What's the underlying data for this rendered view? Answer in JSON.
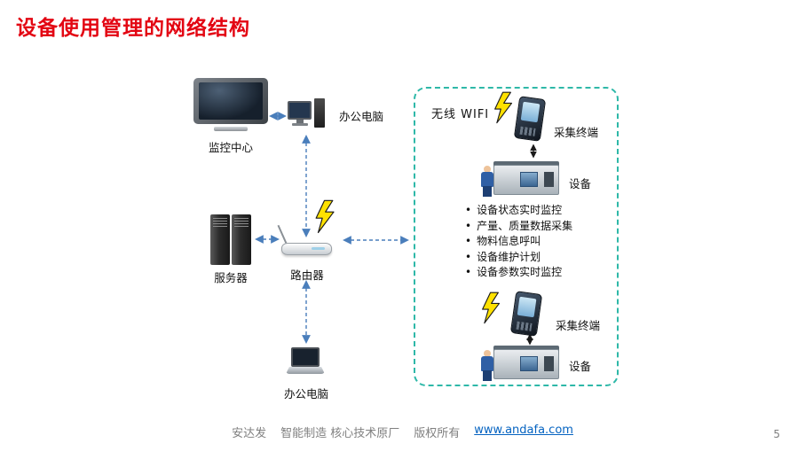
{
  "title": "设备使用管理的网络结构",
  "nodes": {
    "monitor_label": "监控中心",
    "office_pc_top_label": "办公电脑",
    "server_label": "服务器",
    "router_label": "路由器",
    "office_pc_bottom_label": "办公电脑"
  },
  "panel": {
    "wifi_label": "无线 WIFI",
    "terminal1_label": "采集终端",
    "device1_label": "设备",
    "terminal2_label": "采集终端",
    "device2_label": "设备",
    "bullets": [
      "设备状态实时监控",
      "产量、质量数据采集",
      "物料信息呼叫",
      "设备维护计划",
      "设备参数实时监控"
    ]
  },
  "footer": {
    "company": "安达发",
    "tagline": "智能制造 核心技术原厂",
    "copyright": "版权所有",
    "link": "www.andafa.com",
    "page_number": "5"
  },
  "colors": {
    "title_red": "#e30613",
    "connection_blue": "#4a7ebb",
    "panel_border_teal": "#2eb8a8",
    "link_blue": "#0563c1",
    "bolt_yellow": "#ffe100"
  },
  "icons": {
    "tv": "tv-monitor-icon",
    "pc": "desktop-pc-icon",
    "server": "server-icon",
    "router": "router-icon",
    "laptop": "laptop-icon",
    "bolt": "lightning-bolt-icon",
    "pda": "handheld-terminal-icon",
    "machine": "machine-with-operator-icon"
  }
}
